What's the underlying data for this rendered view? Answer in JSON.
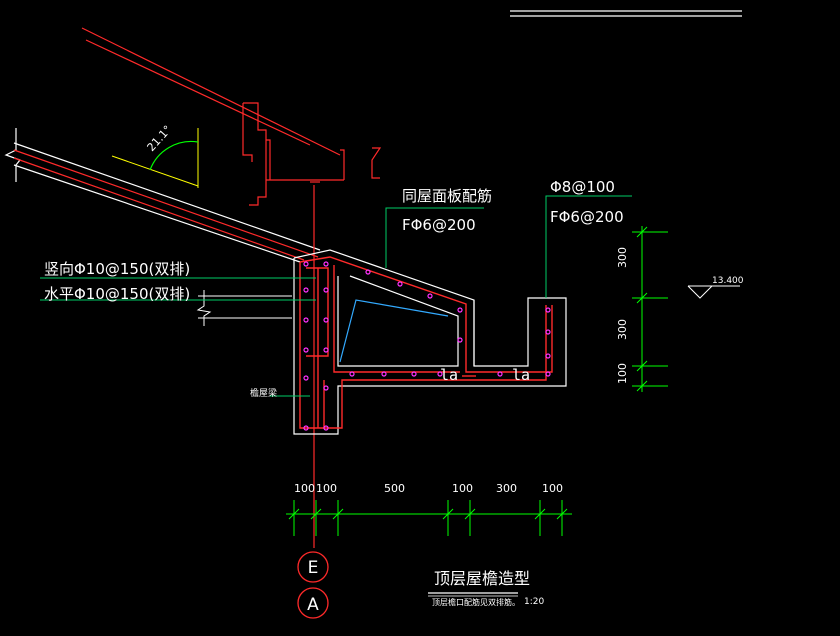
{
  "drawing": {
    "title": "顶层屋檐造型",
    "title_note": "顶层檐口配筋见双排筋。",
    "scale": "1:20",
    "angle_label": "21.1°",
    "slab_rebar_note": "同屋面板配筋",
    "slab_rebar_spec": "FΦ6@200",
    "gutter_rebar_main": "Φ8@100",
    "gutter_rebar_dist": "FΦ6@200",
    "vertical_rebar": "竖向Φ10@150(双排)",
    "horizontal_rebar": "水平Φ10@150(双排)",
    "beam_label": "檐屋梁",
    "lap_mark_1": "la",
    "lap_mark_2": "la",
    "elevation": "13.400",
    "axis_labels": [
      "E",
      "A"
    ],
    "horizontal_dims": [
      "100",
      "100",
      "500",
      "100",
      "300",
      "100"
    ],
    "vertical_dims": [
      "300",
      "300",
      "100"
    ]
  },
  "colors": {
    "background": "#000000",
    "concrete": "#ffffff",
    "rebar": "#ff2a2a",
    "dimension": "#00ff00",
    "leader": "#00ff66",
    "hatch": "#33aaff",
    "rebar_dot": "#ff33ff",
    "angle": "#ffff00"
  }
}
